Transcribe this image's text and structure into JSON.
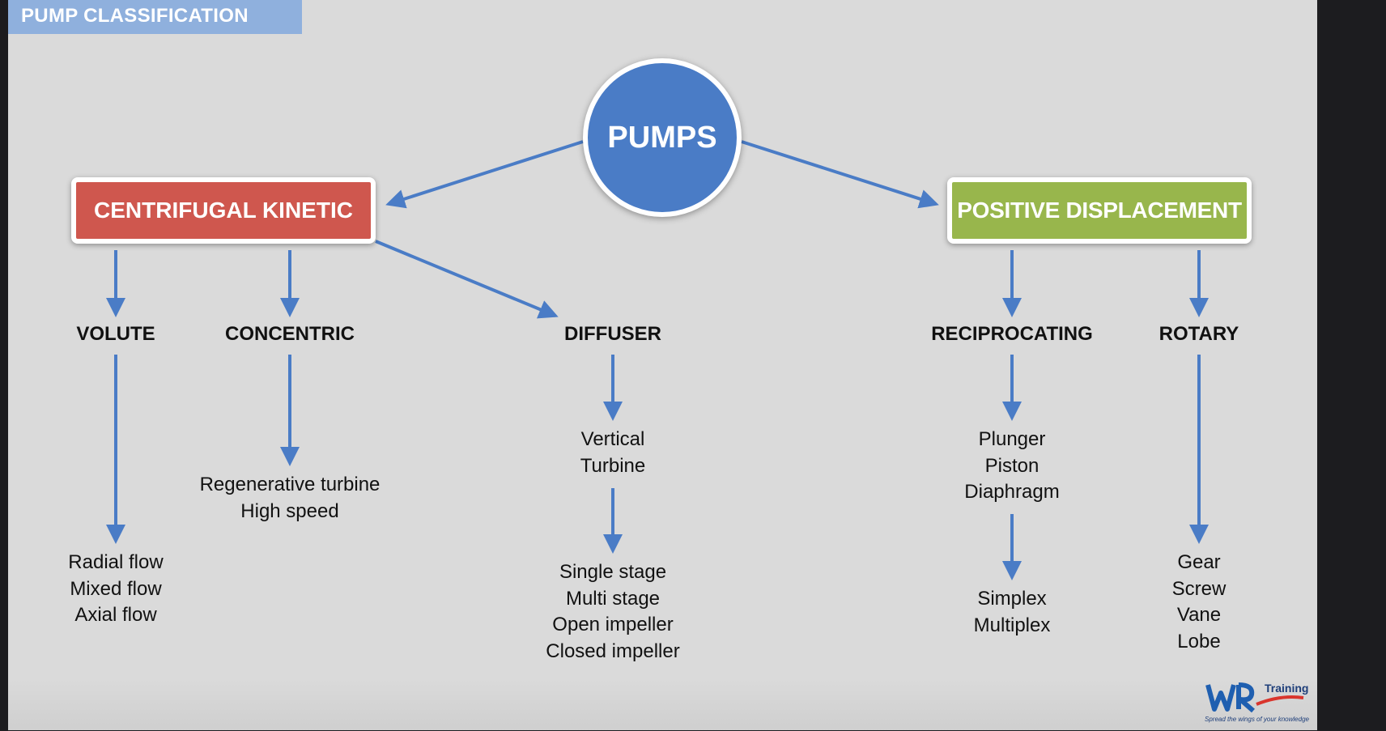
{
  "slide_title": "PUMP CLASSIFICATION",
  "root": "PUMPS",
  "branches": {
    "left": "CENTRIFUGAL KINETIC",
    "right": "POSITIVE DISPLACEMENT"
  },
  "categories": {
    "volute": {
      "label": "VOLUTE",
      "items": [
        "Radial flow",
        "Mixed flow",
        "Axial flow"
      ]
    },
    "concentric": {
      "label": "CONCENTRIC",
      "items": [
        "Regenerative turbine",
        "High speed"
      ]
    },
    "diffuser": {
      "label": "DIFFUSER",
      "items_1": [
        "Vertical",
        "Turbine"
      ],
      "items_2": [
        "Single stage",
        "Multi stage",
        "Open impeller",
        "Closed impeller"
      ]
    },
    "reciprocating": {
      "label": "RECIPROCATING",
      "items_1": [
        "Plunger",
        "Piston",
        "Diaphragm"
      ],
      "items_2": [
        "Simplex",
        "Multiplex"
      ]
    },
    "rotary": {
      "label": "ROTARY",
      "items": [
        "Gear",
        "Screw",
        "Vane",
        "Lobe"
      ]
    }
  },
  "logo": {
    "mark": "WR",
    "word": "Training",
    "tagline": "Spread the wings of your knowledge"
  },
  "colors": {
    "background": "#dadada",
    "title_banner": "#8fb0dd",
    "root_circle": "#4a7cc6",
    "centrifugal": "#cf574e",
    "positive_displacement": "#98b64c",
    "arrow": "#4a7cc6"
  }
}
